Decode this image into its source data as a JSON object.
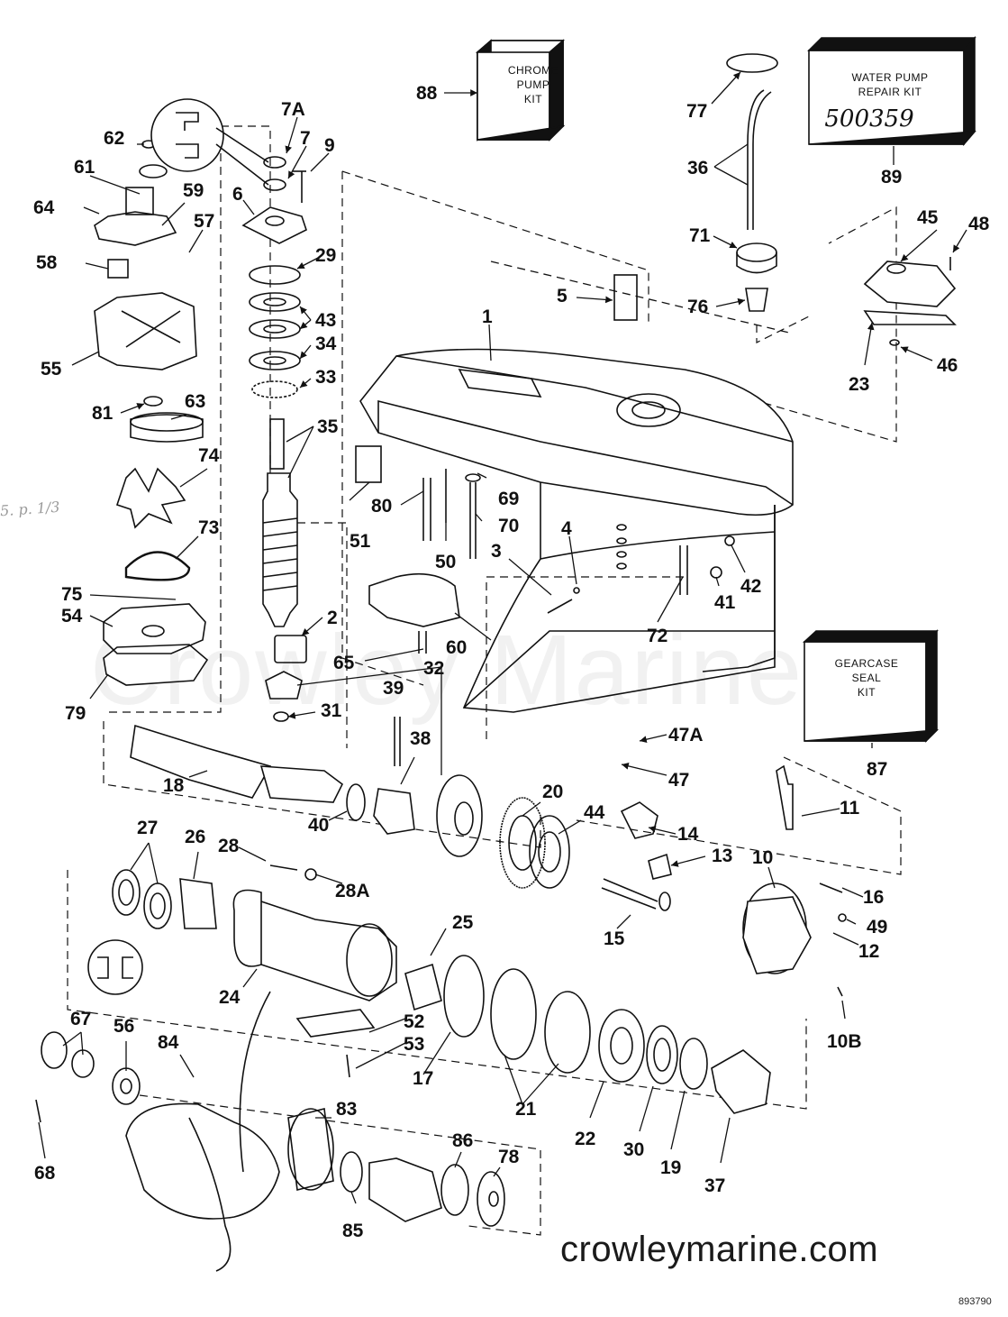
{
  "watermark": "Crowley Marine",
  "website": "crowleymarine.com",
  "doc_number": "893790",
  "scribble": "5. p. 1/3",
  "handwritten_note": "500359",
  "kits": {
    "chrome_pump": [
      "CHROME",
      "PUMP",
      "KIT"
    ],
    "water_pump": [
      "WATER PUMP",
      "REPAIR KIT"
    ],
    "gearcase_seal": [
      "GEARCASE",
      "SEAL",
      "KIT"
    ]
  },
  "labels": {
    "l1": "1",
    "l2": "2",
    "l3": "3",
    "l4": "4",
    "l5": "5",
    "l6": "6",
    "l7": "7",
    "l7A": "7A",
    "l9": "9",
    "l10": "10",
    "l10B": "10B",
    "l11": "11",
    "l12": "12",
    "l13": "13",
    "l14": "14",
    "l15": "15",
    "l16": "16",
    "l17": "17",
    "l18": "18",
    "l19": "19",
    "l20": "20",
    "l21": "21",
    "l22": "22",
    "l23": "23",
    "l24": "24",
    "l25": "25",
    "l26": "26",
    "l27": "27",
    "l28": "28",
    "l28A": "28A",
    "l29": "29",
    "l30": "30",
    "l31": "31",
    "l32": "32",
    "l33": "33",
    "l34": "34",
    "l35": "35",
    "l36": "36",
    "l37": "37",
    "l38": "38",
    "l39": "39",
    "l40": "40",
    "l41": "41",
    "l42": "42",
    "l43": "43",
    "l44": "44",
    "l45": "45",
    "l46": "46",
    "l47": "47",
    "l47A": "47A",
    "l48": "48",
    "l49": "49",
    "l50": "50",
    "l51": "51",
    "l52": "52",
    "l53": "53",
    "l54": "54",
    "l55": "55",
    "l56": "56",
    "l57": "57",
    "l58": "58",
    "l59": "59",
    "l60": "60",
    "l61": "61",
    "l62": "62",
    "l63": "63",
    "l64": "64",
    "l65": "65",
    "l67": "67",
    "l68": "68",
    "l69": "69",
    "l70": "70",
    "l71": "71",
    "l72": "72",
    "l73": "73",
    "l74": "74",
    "l75": "75",
    "l76": "76",
    "l77": "77",
    "l78": "78",
    "l79": "79",
    "l80": "80",
    "l81": "81",
    "l83": "83",
    "l84": "84",
    "l85": "85",
    "l86": "86",
    "l87": "87",
    "l88": "88",
    "l89": "89"
  }
}
